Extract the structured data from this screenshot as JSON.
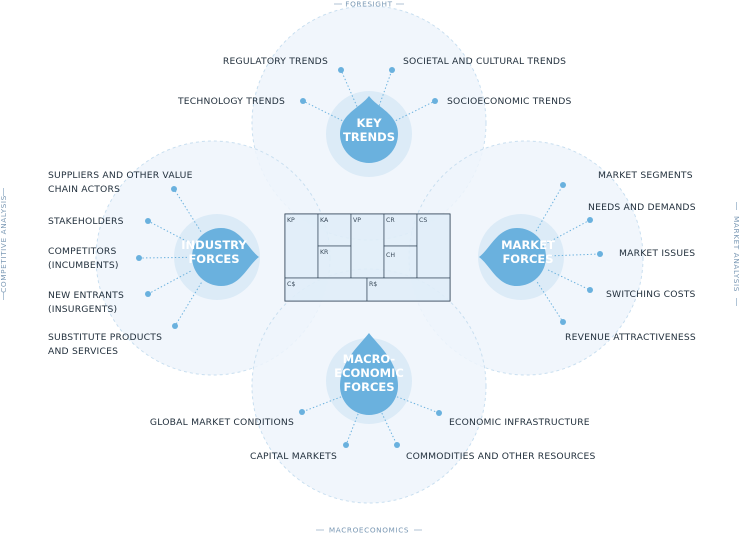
{
  "theme": {
    "accent": "#6ab1de",
    "circle_fill": "#eef5fb",
    "text": "#1f2d3a",
    "edge_text": "#7a98b4"
  },
  "edges": {
    "top": "FORESIGHT",
    "bottom": "MACROECONOMICS",
    "left": "COMPETITIVE ANALYSIS",
    "right": "MARKET ANALYSIS"
  },
  "hubs": {
    "key_trends": {
      "lines": [
        "KEY",
        "TRENDS"
      ]
    },
    "industry_forces": {
      "lines": [
        "INDUSTRY",
        "FORCES"
      ]
    },
    "market_forces": {
      "lines": [
        "MARKET",
        "FORCES"
      ]
    },
    "macro_forces": {
      "lines": [
        "MACRO-",
        "ECONOMIC",
        "FORCES"
      ]
    }
  },
  "groups": {
    "key_trends": [
      {
        "lines": [
          "REGULATORY TRENDS"
        ]
      },
      {
        "lines": [
          "SOCIETAL AND CULTURAL TRENDS"
        ]
      },
      {
        "lines": [
          "TECHNOLOGY TRENDS"
        ]
      },
      {
        "lines": [
          "SOCIOECONOMIC TRENDS"
        ]
      }
    ],
    "industry_forces": [
      {
        "lines": [
          "SUPPLIERS AND OTHER VALUE",
          "CHAIN ACTORS"
        ]
      },
      {
        "lines": [
          "STAKEHOLDERS"
        ]
      },
      {
        "lines": [
          "COMPETITORS",
          "(INCUMBENTS)"
        ]
      },
      {
        "lines": [
          "NEW ENTRANTS",
          "(INSURGENTS)"
        ]
      },
      {
        "lines": [
          "SUBSTITUTE PRODUCTS",
          "AND SERVICES"
        ]
      }
    ],
    "market_forces": [
      {
        "lines": [
          "MARKET SEGMENTS"
        ]
      },
      {
        "lines": [
          "NEEDS AND DEMANDS"
        ]
      },
      {
        "lines": [
          "MARKET ISSUES"
        ]
      },
      {
        "lines": [
          "SWITCHING COSTS"
        ]
      },
      {
        "lines": [
          "REVENUE ATTRACTIVENESS"
        ]
      }
    ],
    "macro_forces": [
      {
        "lines": [
          "GLOBAL MARKET CONDITIONS"
        ]
      },
      {
        "lines": [
          "ECONOMIC INFRASTRUCTURE"
        ]
      },
      {
        "lines": [
          "CAPITAL MARKETS"
        ]
      },
      {
        "lines": [
          "COMMODITIES AND OTHER RESOURCES"
        ]
      }
    ]
  },
  "canvas": {
    "kp": "KP",
    "ka": "KA",
    "vp": "VP",
    "cr": "CR",
    "cs": "CS",
    "kr": "KR",
    "ch": "CH",
    "cost": "C$",
    "revenue": "R$"
  }
}
